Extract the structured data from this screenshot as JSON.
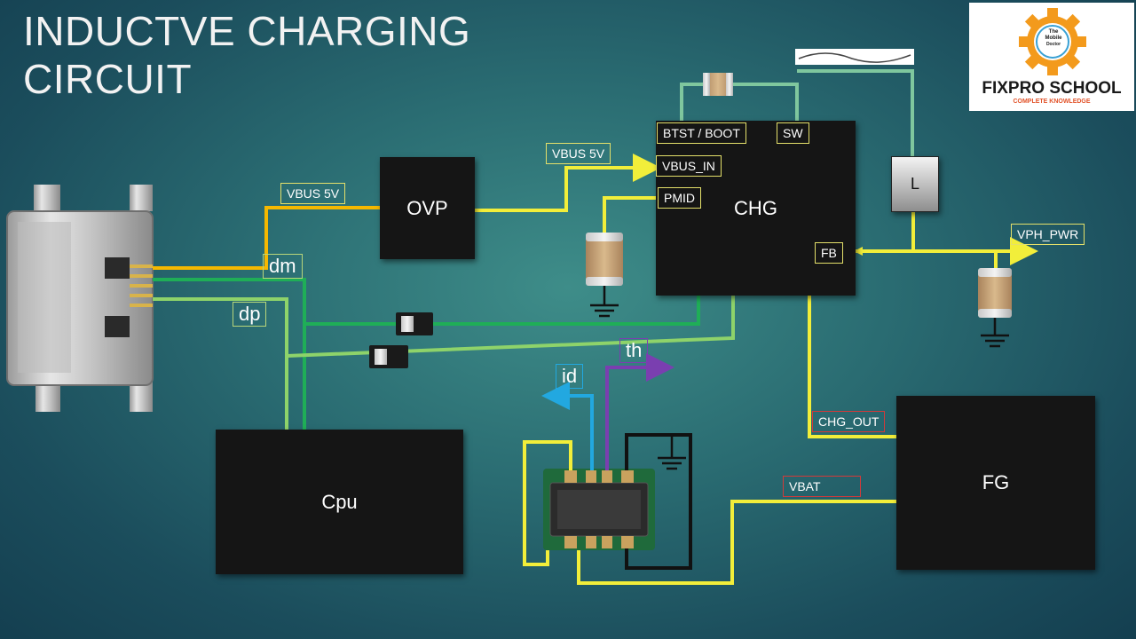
{
  "title_line1": "INDUCTVE CHARGING",
  "title_line2": "CIRCUIT",
  "logo": {
    "name": "FIXPRO SCHOOL",
    "tagline": "COMPLETE KNOWLEDGE",
    "badge_line1": "The",
    "badge_line2": "Mobile",
    "badge_line3": "Doctor",
    "colors": {
      "gear": "#f39a1c",
      "text": "#1a1a1a",
      "tagline": "#e2542b"
    }
  },
  "blocks": {
    "ovp": "OVP",
    "chg": "CHG",
    "cpu": "Cpu",
    "fg": "FG",
    "inductor": "L"
  },
  "labels": {
    "vbus_ovp": "VBUS 5V",
    "vbus_chg": "VBUS 5V",
    "vbus_in": "VBUS_IN",
    "btst": "BTST / BOOT",
    "sw": "SW",
    "pmid": "PMID",
    "fb": "FB",
    "vph_pwr": "VPH_PWR",
    "dm": "dm",
    "dp": "dp",
    "id": "id",
    "th": "th",
    "chg_out": "CHG_OUT",
    "vbat": "VBAT"
  },
  "colors": {
    "vbus": "#f5b800",
    "power": "#f2ee3a",
    "dm": "#1fae57",
    "dp": "#8ed36a",
    "sw": "#7fc79e",
    "id": "#22a8e0",
    "th": "#7a3fb0",
    "ground": "#111111"
  }
}
